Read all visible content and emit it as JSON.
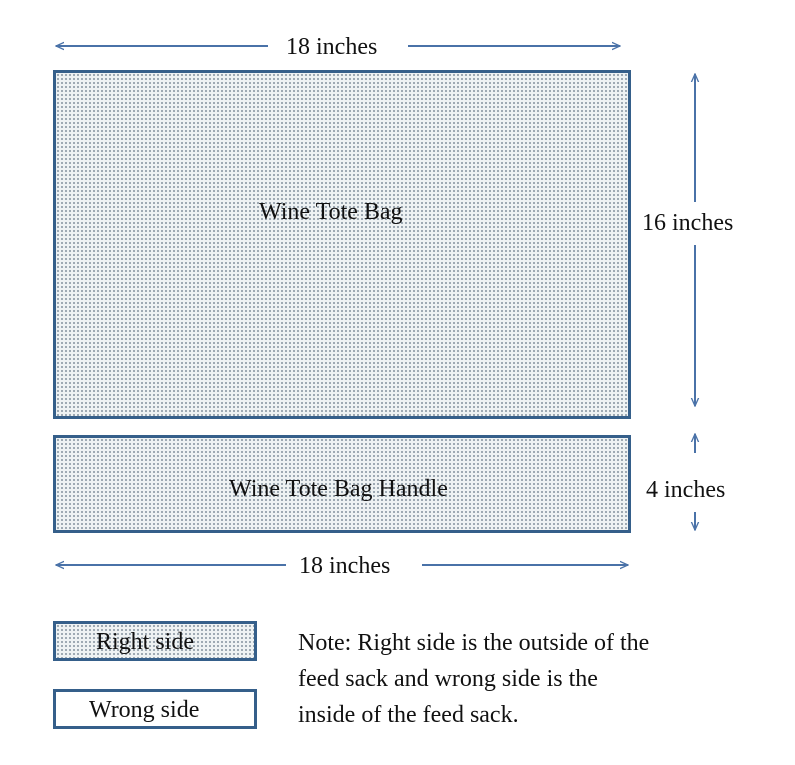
{
  "diagram": {
    "bag_label": "Wine Tote Bag",
    "handle_label": "Wine Tote Bag Handle",
    "top_width_label": "18 inches",
    "bottom_width_label": "18 inches",
    "bag_height_label": "16 inches",
    "handle_height_label": "4 inches"
  },
  "legend": {
    "right_side": "Right side",
    "wrong_side": "Wrong side"
  },
  "note": {
    "line1": "Note:  Right side is the outside of the",
    "line2": "feed sack and wrong side is the",
    "line3": "inside of the feed sack."
  },
  "colors": {
    "outline": "#355f8a",
    "arrow": "#4a72a8",
    "fabric": "#eef2f3"
  }
}
